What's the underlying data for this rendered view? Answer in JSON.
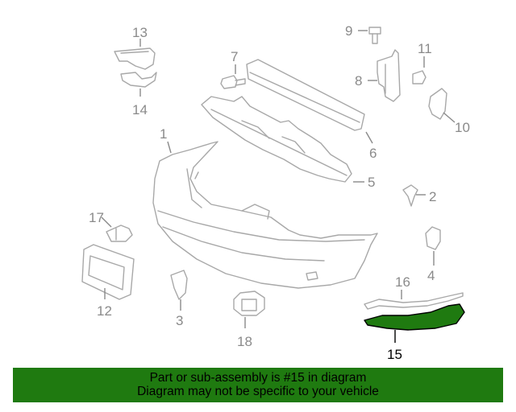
{
  "diagram": {
    "callouts": [
      "1",
      "2",
      "3",
      "4",
      "5",
      "6",
      "7",
      "8",
      "9",
      "10",
      "11",
      "12",
      "13",
      "14",
      "15",
      "16",
      "17",
      "18"
    ],
    "highlighted_part": "15",
    "highlight_color": "#1f7a10"
  },
  "footer": {
    "line1": "Part or sub-assembly is #15 in diagram",
    "line2": "Diagram may not be specific to your vehicle",
    "background_color": "#1f7a10"
  }
}
